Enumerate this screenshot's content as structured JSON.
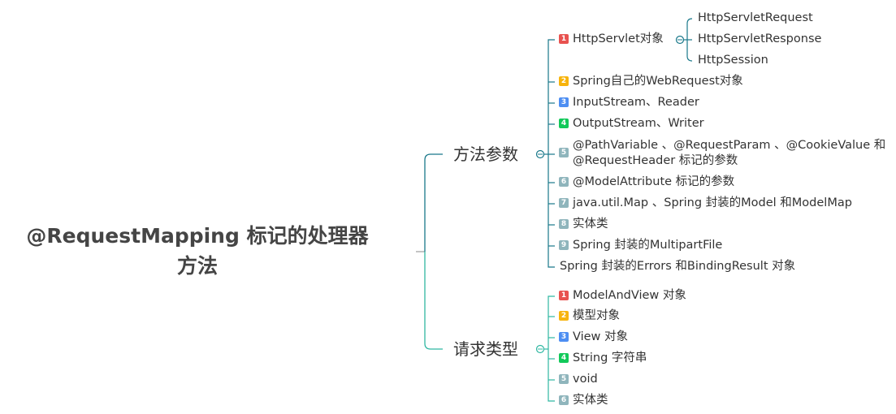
{
  "root": {
    "line1": "@RequestMapping 标记的处理器",
    "line2": "方法"
  },
  "colors": {
    "upper_branch": "#19788a",
    "lower_branch": "#2fb7a2",
    "root_link": "#888888",
    "badge_1": "#e8524f",
    "badge_2": "#f7b40d",
    "badge_3": "#4d8ef2",
    "badge_4": "#12c95a",
    "badge_other": "#8fb5bc"
  },
  "branches": [
    {
      "title": "方法参数",
      "items": [
        {
          "badge": "1",
          "label": "HttpServlet对象",
          "children": [
            "HttpServletRequest",
            "HttpServletResponse",
            "HttpSession"
          ]
        },
        {
          "badge": "2",
          "label": "Spring自己的WebRequest对象"
        },
        {
          "badge": "3",
          "label": "InputStream、Reader"
        },
        {
          "badge": "4",
          "label": "OutputStream、Writer"
        },
        {
          "badge": "5",
          "label": "@PathVariable 、@RequestParam 、@CookieValue 和",
          "label2": "@RequestHeader 标记的参数"
        },
        {
          "badge": "6",
          "label": "@ModelAttribute 标记的参数"
        },
        {
          "badge": "7",
          "label": "java.util.Map 、Spring 封装的Model 和ModelMap"
        },
        {
          "badge": "8",
          "label": "实体类"
        },
        {
          "badge": "9",
          "label": "Spring 封装的MultipartFile"
        },
        {
          "label": "Spring 封装的Errors 和BindingResult 对象"
        }
      ]
    },
    {
      "title": "请求类型",
      "items": [
        {
          "badge": "1",
          "label": "ModelAndView 对象"
        },
        {
          "badge": "2",
          "label": "模型对象"
        },
        {
          "badge": "3",
          "label": "View 对象"
        },
        {
          "badge": "4",
          "label": "String 字符串"
        },
        {
          "badge": "5",
          "label": "void"
        },
        {
          "badge": "6",
          "label": "实体类"
        }
      ]
    }
  ]
}
